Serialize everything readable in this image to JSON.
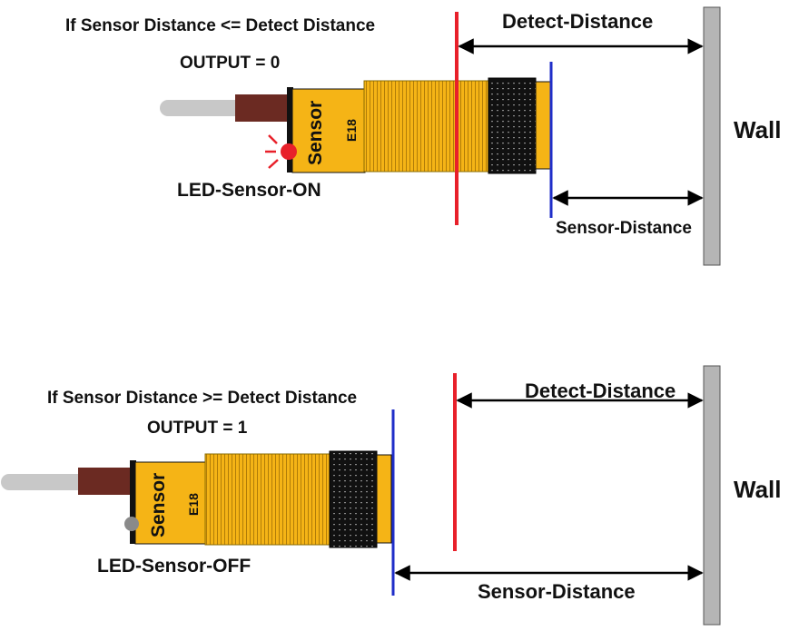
{
  "top": {
    "condition": "If  Sensor Distance <= Detect Distance",
    "output": "OUTPUT = 0",
    "led_label": "LED-Sensor-ON",
    "detect_label": "Detect-Distance",
    "sensor_label": "Sensor-Distance",
    "wall_label": "Wall",
    "sensor_text": "Sensor",
    "model_text": "E18",
    "led_state": "on"
  },
  "bottom": {
    "condition": "If  Sensor Distance >= Detect Distance",
    "output": "OUTPUT = 1",
    "led_label": "LED-Sensor-OFF",
    "detect_label": "Detect-Distance",
    "sensor_label": "Sensor-Distance",
    "wall_label": "Wall",
    "sensor_text": "Sensor",
    "model_text": "E18",
    "led_state": "off"
  },
  "colors": {
    "detect_line": "#e8202a",
    "sensor_line": "#1f2ec9",
    "sensor_body": "#f5b416",
    "wall": "#b5b5b5",
    "cable": "#6b2a22",
    "led_on": "#e8202a",
    "led_off": "#8a8a8a"
  }
}
